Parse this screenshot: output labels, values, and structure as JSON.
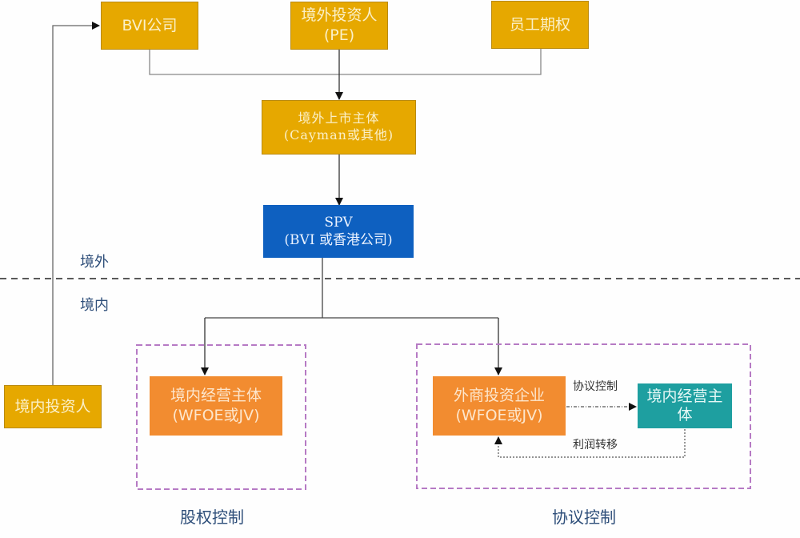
{
  "nodes": {
    "bvi_company": "BVI公司",
    "offshore_investor": [
      "境外投资人",
      "(PE)"
    ],
    "employee_options": "员工期权",
    "offshore_listing_entity": [
      "境外上市主体",
      "(Cayman或其他)"
    ],
    "spv": [
      "SPV",
      "(BVI 或香港公司)"
    ],
    "domestic_investor": "境内投资人",
    "domestic_operating_entity_equity": [
      "境内经营主体",
      "(WFOE或JV)"
    ],
    "foreign_invested_enterprise": [
      "外商投资企业",
      "(WFOE或JV)"
    ],
    "domestic_operating_entity_contract": [
      "境内经营主",
      "体"
    ]
  },
  "regions": {
    "offshore": "境外",
    "onshore": "境内"
  },
  "edge_labels": {
    "contract_control": "协议控制",
    "profit_transfer": "利润转移"
  },
  "captions": {
    "equity_control": "股权控制",
    "contract_control": "协议控制"
  },
  "colors": {
    "gold": "#e6a800",
    "orange": "#f28c30",
    "blue": "#0e60c0",
    "teal": "#1e9fa0",
    "group_border": "#b67ac4",
    "region_text": "#2f4f7a"
  }
}
